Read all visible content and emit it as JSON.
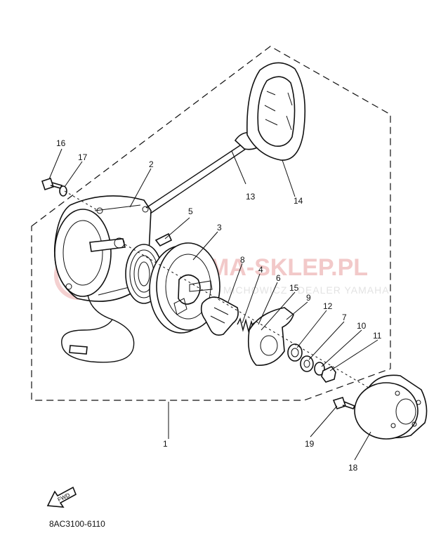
{
  "watermark": {
    "brand": "MA-SKLEP.PL",
    "subtitle": "MICHOWICZ | DEALER YAMAHA"
  },
  "diagram_code": "8AC3100-6110",
  "fwd_label": "FWD",
  "callouts": [
    {
      "id": "c1",
      "label": "1"
    },
    {
      "id": "c2",
      "label": "2"
    },
    {
      "id": "c3",
      "label": "3"
    },
    {
      "id": "c4",
      "label": "4"
    },
    {
      "id": "c5",
      "label": "5"
    },
    {
      "id": "c6",
      "label": "6"
    },
    {
      "id": "c7",
      "label": "7"
    },
    {
      "id": "c8",
      "label": "8"
    },
    {
      "id": "c9",
      "label": "9"
    },
    {
      "id": "c10",
      "label": "10"
    },
    {
      "id": "c11",
      "label": "11"
    },
    {
      "id": "c12",
      "label": "12"
    },
    {
      "id": "c13",
      "label": "13"
    },
    {
      "id": "c14",
      "label": "14"
    },
    {
      "id": "c15",
      "label": "15"
    },
    {
      "id": "c16",
      "label": "16"
    },
    {
      "id": "c17",
      "label": "17"
    },
    {
      "id": "c18",
      "label": "18"
    },
    {
      "id": "c19",
      "label": "19"
    }
  ]
}
